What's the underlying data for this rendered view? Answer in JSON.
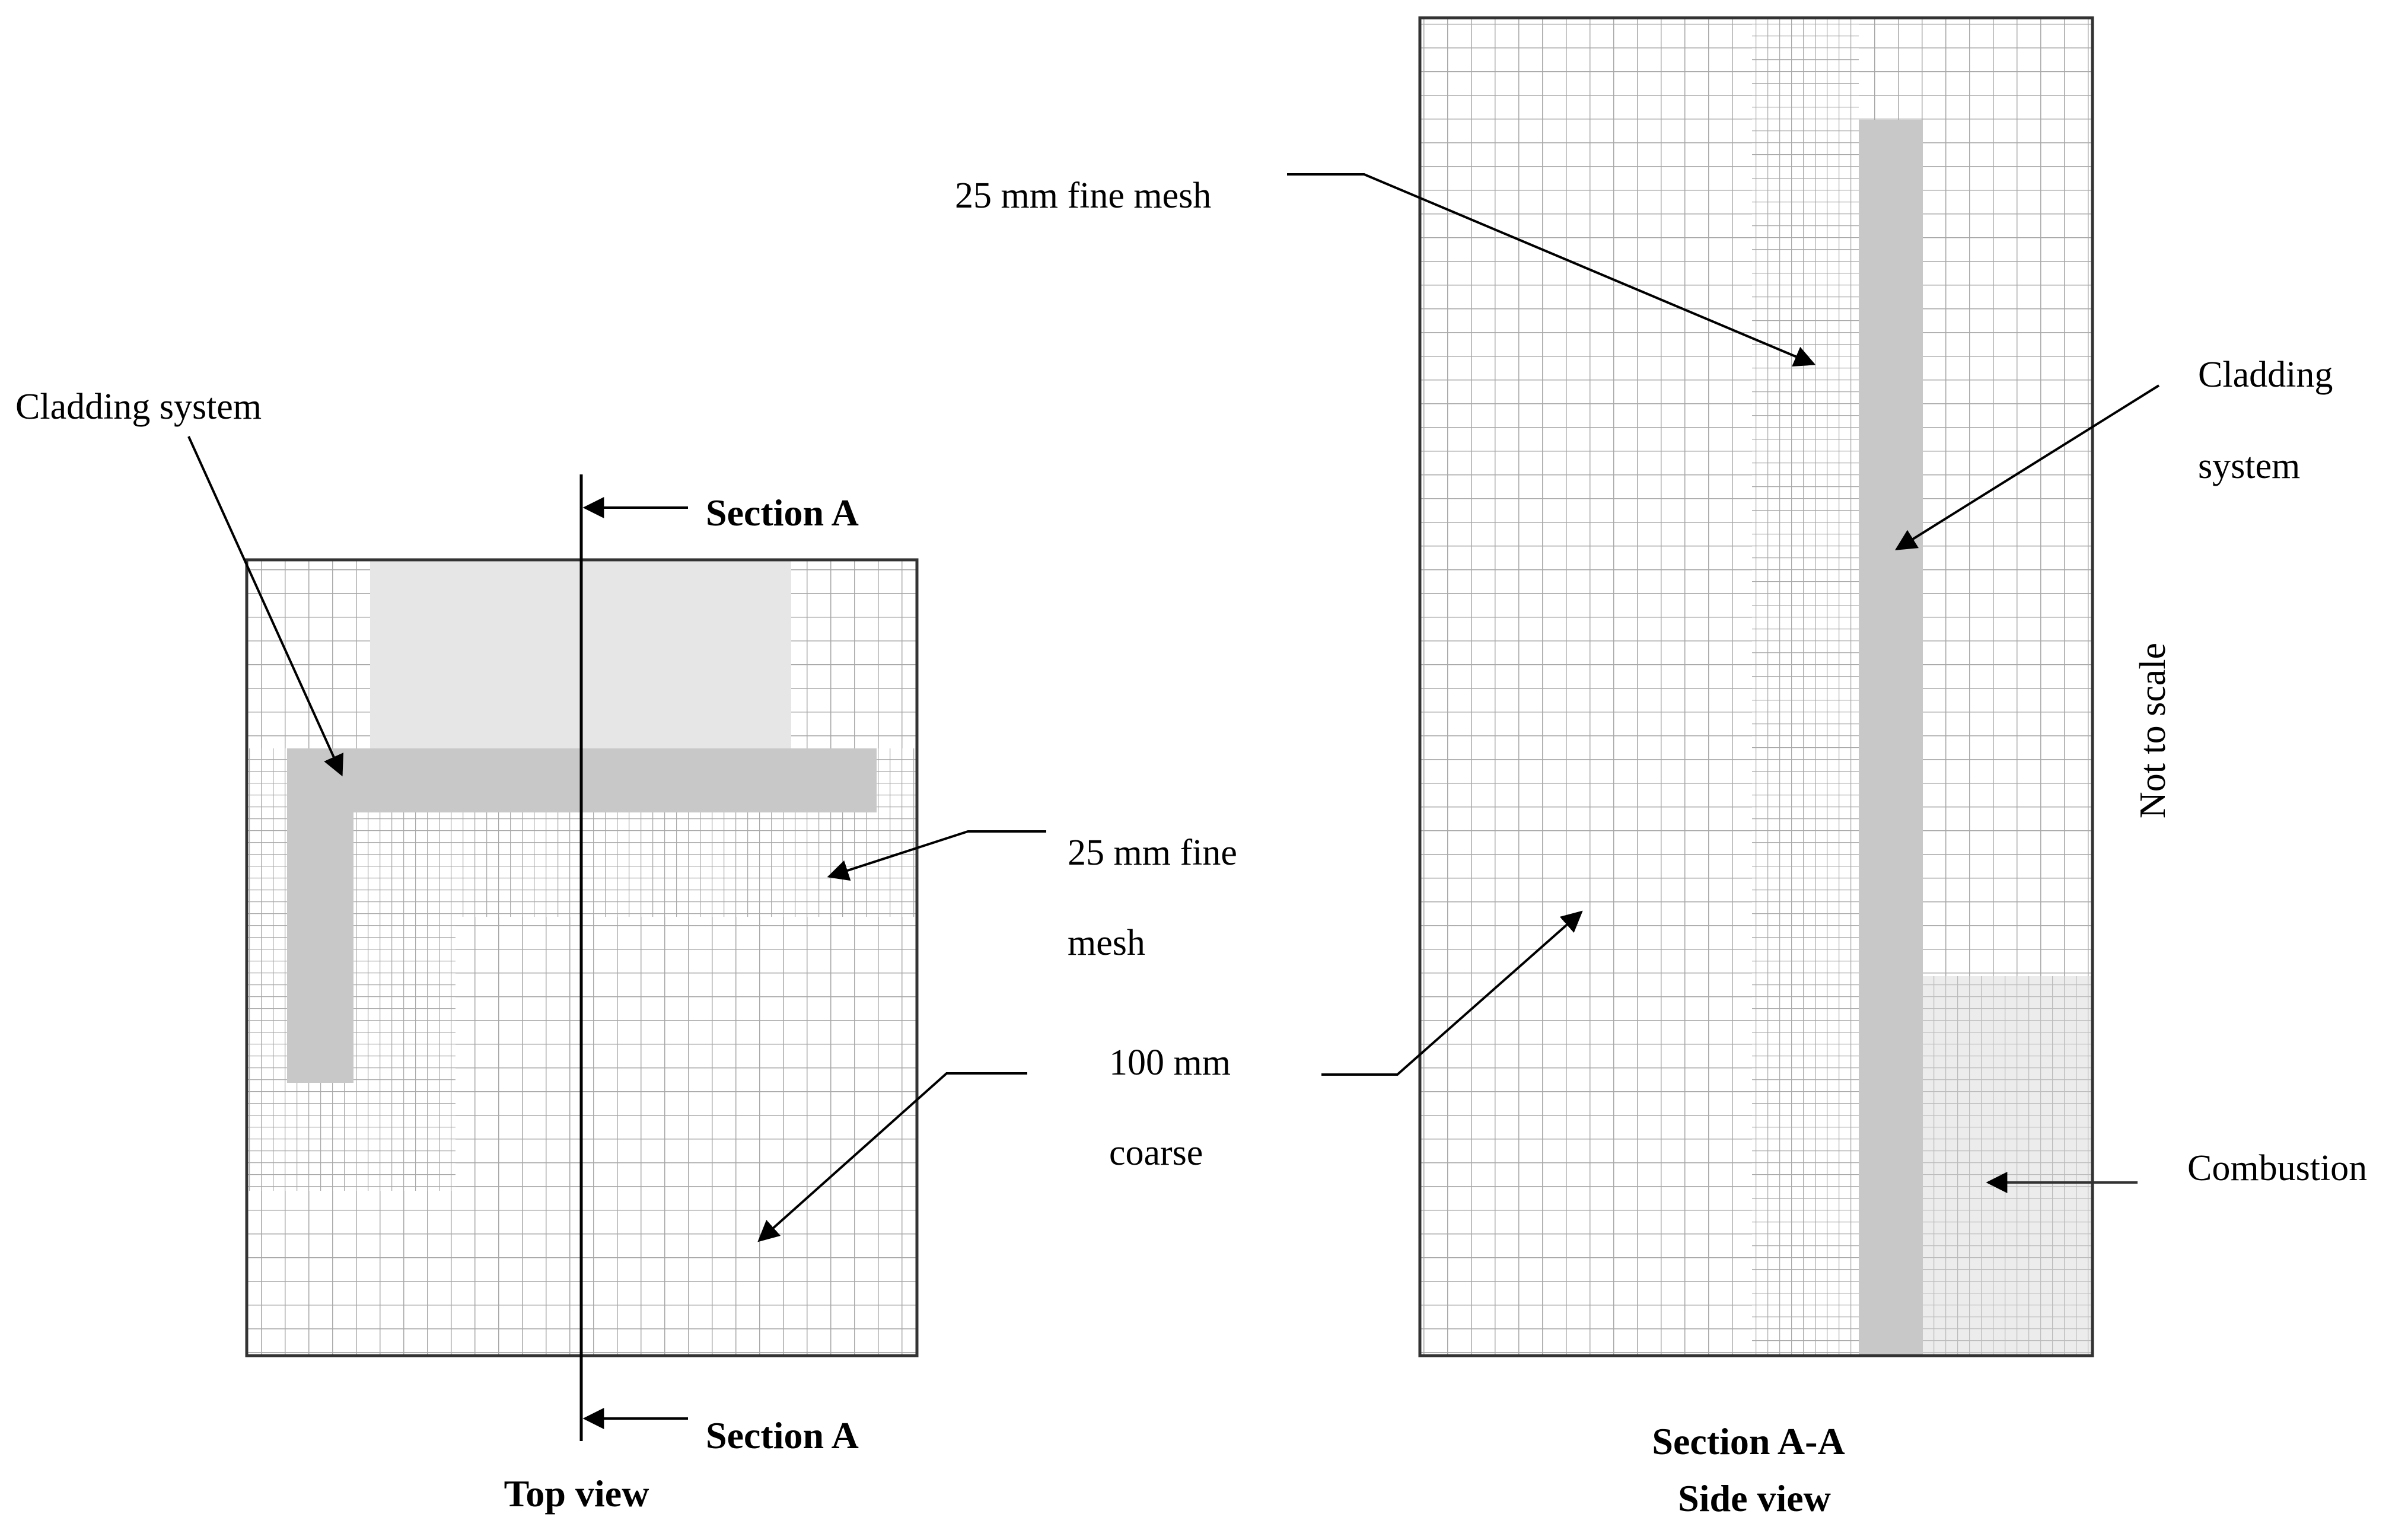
{
  "top_view": {
    "caption": "Top view",
    "section_top": "Section A",
    "section_bottom": "Section A",
    "label_cladding": "Cladding system",
    "label_fine_line1": "25 mm fine",
    "label_fine_line2": "mesh",
    "label_coarse_line1": "100 mm",
    "label_coarse_line2": "coarse"
  },
  "side_view": {
    "caption_line1": "Section A-A",
    "caption_line2": "Side view",
    "label_fine": "25 mm fine mesh",
    "label_cladding_line1": "Cladding",
    "label_cladding_line2": "system",
    "label_combustion": "Combustion",
    "note": "Not to scale"
  },
  "colors": {
    "grid_line": "#a9a9a9",
    "cladding_fill": "#c8c8c8",
    "light_fill": "#e6e6e6",
    "frame": "#333333"
  }
}
